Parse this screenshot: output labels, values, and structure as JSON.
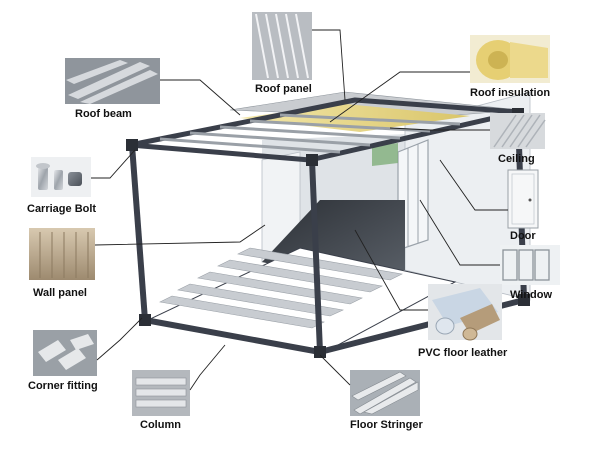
{
  "labels": {
    "roof_panel": "Roof panel",
    "roof_beam": "Roof beam",
    "roof_insulation": "Roof insulation",
    "ceiling": "Ceiling",
    "carriage_bolt": "Carriage Bolt",
    "door": "Door",
    "wall_panel": "Wall panel",
    "window": "Window",
    "pvc_floor_leather": "PVC floor leather",
    "corner_fitting": "Corner fitting",
    "column": "Column",
    "floor_stringer": "Floor Stringer"
  },
  "colors": {
    "frame": "#3a3f4a",
    "wall": "#e9ecef",
    "floor": "#3f444c",
    "insulation": "#e7d98f",
    "roof_panel": "#c9ccd0",
    "stringer": "#c8ccd1",
    "window_tint": "#7fae7a"
  }
}
